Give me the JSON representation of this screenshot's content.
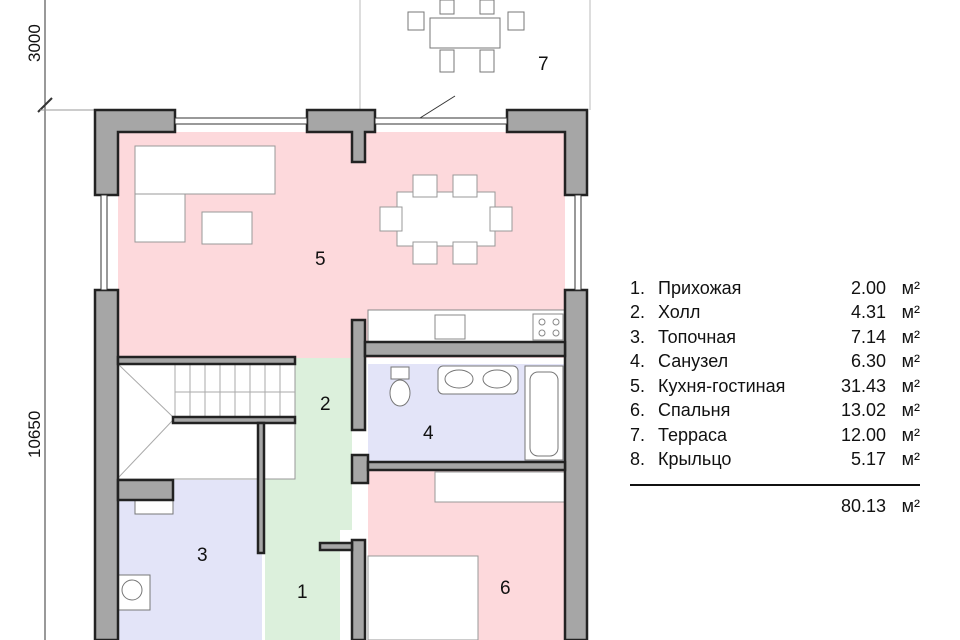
{
  "plan": {
    "dimensions": {
      "top": "3000",
      "main": "10650"
    },
    "room_numbers": [
      "1",
      "2",
      "3",
      "4",
      "5",
      "6",
      "7"
    ],
    "colors": {
      "living": "#fdd9dc",
      "hall": "#dcf0dc",
      "utility": "#e3e4f8",
      "wall": "#a6a6a6"
    }
  },
  "legend": {
    "items": [
      {
        "num": "1.",
        "name": "Прихожая",
        "area": "2.00",
        "unit": "м²"
      },
      {
        "num": "2.",
        "name": "Холл",
        "area": "4.31",
        "unit": "м²"
      },
      {
        "num": "3.",
        "name": "Топочная",
        "area": "7.14",
        "unit": "м²"
      },
      {
        "num": "4.",
        "name": "Санузел",
        "area": "6.30",
        "unit": "м²"
      },
      {
        "num": "5.",
        "name": "Кухня-гостиная",
        "area": "31.43",
        "unit": "м²"
      },
      {
        "num": "6.",
        "name": "Спальня",
        "area": "13.02",
        "unit": "м²"
      },
      {
        "num": "7.",
        "name": "Терраса",
        "area": "12.00",
        "unit": "м²"
      },
      {
        "num": "8.",
        "name": "Крыльцо",
        "area": "5.17",
        "unit": "м²"
      }
    ],
    "total": {
      "area": "80.13",
      "unit": "м²"
    }
  }
}
